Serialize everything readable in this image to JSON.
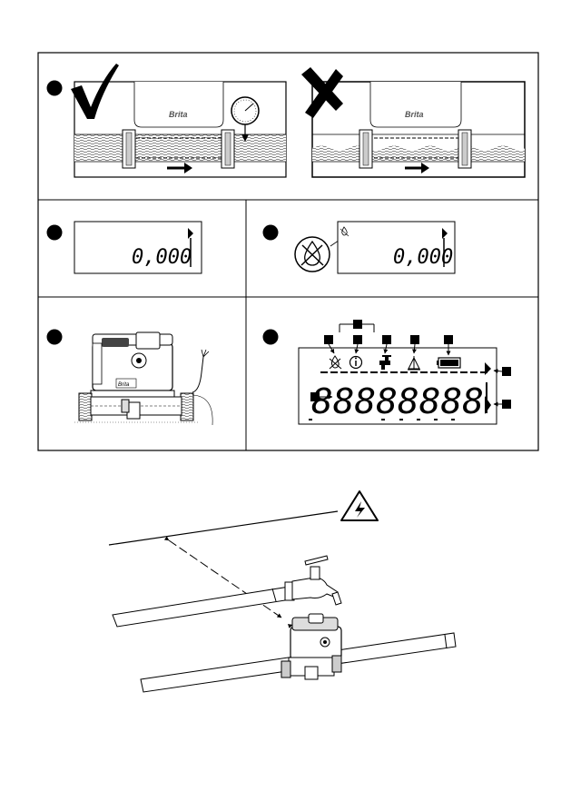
{
  "brand_label": "Brita",
  "lcd_reading": "0,000",
  "lcd_full_segments": "88888888",
  "icons": {
    "correct": "check-mark-icon",
    "incorrect": "cross-mark-icon",
    "flow_arrow": "arrow-right-icon",
    "gauge": "pressure-gauge-icon",
    "no_water": "no-water-icon",
    "info": "info-icon",
    "tap": "tap-icon",
    "tilt": "tilt-warning-icon",
    "battery": "battery-full-icon",
    "high_voltage": "high-voltage-icon"
  },
  "colors": {
    "ink": "#000000",
    "background": "#ffffff",
    "step_dot": "#000000"
  }
}
